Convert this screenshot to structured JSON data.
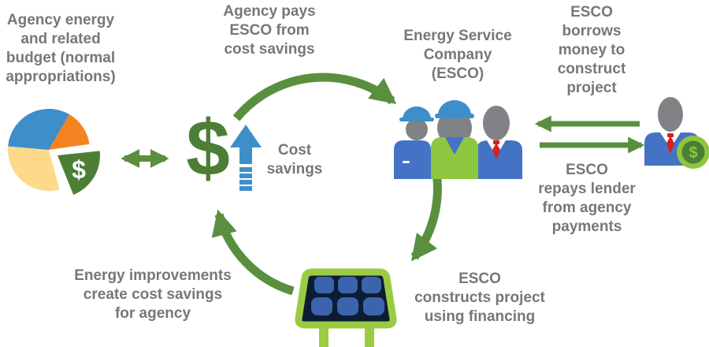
{
  "labels": {
    "agency_budget": "Agency energy\nand related\nbudget (normal\nappropriations)",
    "agency_pays": "Agency pays\nESCO from\ncost savings",
    "esco_title": "Energy Service\nCompany\n(ESCO)",
    "esco_borrows": "ESCO\nborrows\nmoney to\nconstruct\nproject",
    "cost_savings": "Cost\nsavings",
    "esco_repays": "ESCO\nrepays lender\nfrom agency\npayments",
    "energy_improvements": "Energy improvements\ncreate cost savings\nfor agency",
    "esco_constructs": "ESCO\nconstructs project\nusing financing"
  },
  "glyphs": {
    "dollar": "$"
  },
  "colors": {
    "textGray": "#76777a",
    "green": "#5a8f3f",
    "greenDark": "#4c7f35",
    "lime": "#8dc63f",
    "limeFrame": "#9bcb43",
    "blue": "#3e8ec9",
    "blueTorso": "#4472c4",
    "panelBlue": "#3c64ae",
    "panelDark": "#0e1c33",
    "orange": "#f58220",
    "yellow": "#fdd98b",
    "grayPerson": "#808285",
    "red": "#d7201f",
    "white": "#ffffff"
  }
}
